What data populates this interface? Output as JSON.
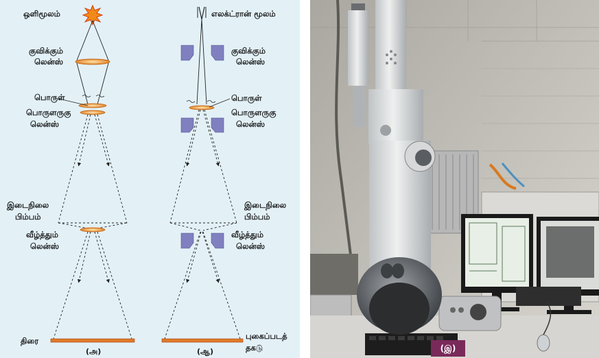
{
  "diagram": {
    "panel_a": {
      "light_source": "ஒளிமூலம்",
      "condenser_lens_line1": "குவிக்கும்",
      "condenser_lens_line2": "லென்ஸ்",
      "object": "பொருள்",
      "objective_lens_line1": "பொருளருகு",
      "objective_lens_line2": "லென்ஸ்",
      "intermediate_image_line1": "இடைநிலை",
      "intermediate_image_line2": "பிம்பம்",
      "projection_lens_line1": "வீழ்த்தும்",
      "projection_lens_line2": "லென்ஸ்",
      "screen": "திரை",
      "caption": "(அ)"
    },
    "panel_b": {
      "electron_source": "எலக்ட்ரான் மூலம்",
      "condenser_lens_line1": "குவிக்கும்",
      "condenser_lens_line2": "லென்ஸ்",
      "object": "பொருள்",
      "objective_lens_line1": "பொருளருகு",
      "objective_lens_line2": "லென்ஸ்",
      "intermediate_image_line1": "இடைநிலை",
      "intermediate_image_line2": "பிம்பம்",
      "projection_lens_line1": "வீழ்த்தும்",
      "projection_lens_line2": "லென்ஸ்",
      "photo_plate_line1": "புகைப்படத்",
      "photo_plate_line2": "தகடு",
      "caption": "(ஆ)"
    },
    "colors": {
      "background": "#e3f1f7",
      "lens": "#f0a23a",
      "magnet": "#8080c0",
      "screen": "#e07a2a"
    }
  },
  "photo": {
    "caption": "(இ)"
  }
}
